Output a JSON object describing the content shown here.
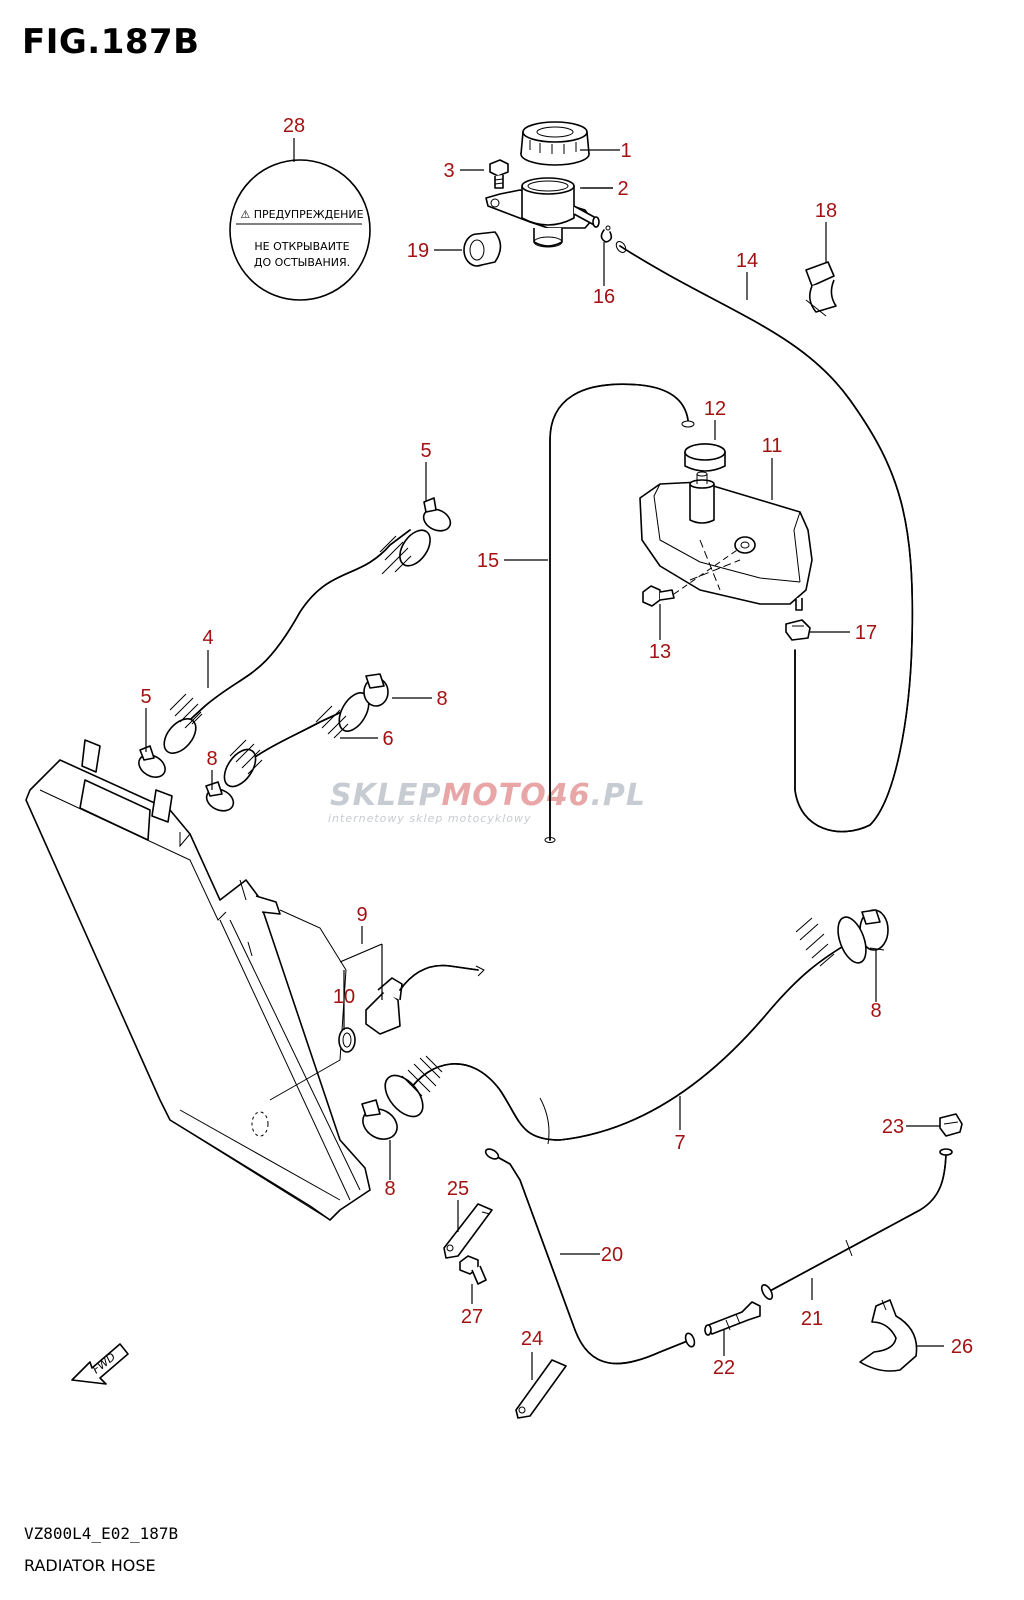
{
  "figure": {
    "title": "FIG.187B",
    "code": "VZ800L4_E02_187B",
    "name": "RADIATOR HOSE"
  },
  "watermark": {
    "part1": "SKLEP",
    "part2": "MOTO",
    "part3": "46",
    "part4": ".PL",
    "subtitle": "internetowy sklep motocyklowy"
  },
  "sticker": {
    "warning_title": "⚠ ПРЕДУПРЕЖДЕНИЕ",
    "line1": "НЕ ОТКРЫВАИТЕ",
    "line2": "ДО ОСТЫВАНИЯ."
  },
  "fwd_label": "FWD",
  "callouts": {
    "c1": "1",
    "c2": "2",
    "c3": "3",
    "c4": "4",
    "c5a": "5",
    "c5b": "5",
    "c6": "6",
    "c7": "7",
    "c8a": "8",
    "c8b": "8",
    "c8c": "8",
    "c8d": "8",
    "c9": "9",
    "c10": "10",
    "c11": "11",
    "c12": "12",
    "c13": "13",
    "c14": "14",
    "c15": "15",
    "c16": "16",
    "c17": "17",
    "c18": "18",
    "c19": "19",
    "c20": "20",
    "c21": "21",
    "c22": "22",
    "c23": "23",
    "c24": "24",
    "c25": "25",
    "c26": "26",
    "c27": "27",
    "c28": "28"
  },
  "colors": {
    "callout": "#a31212",
    "line": "#000000",
    "watermark": "#c7ccd2",
    "watermark_accent": "#e9a6a6"
  }
}
